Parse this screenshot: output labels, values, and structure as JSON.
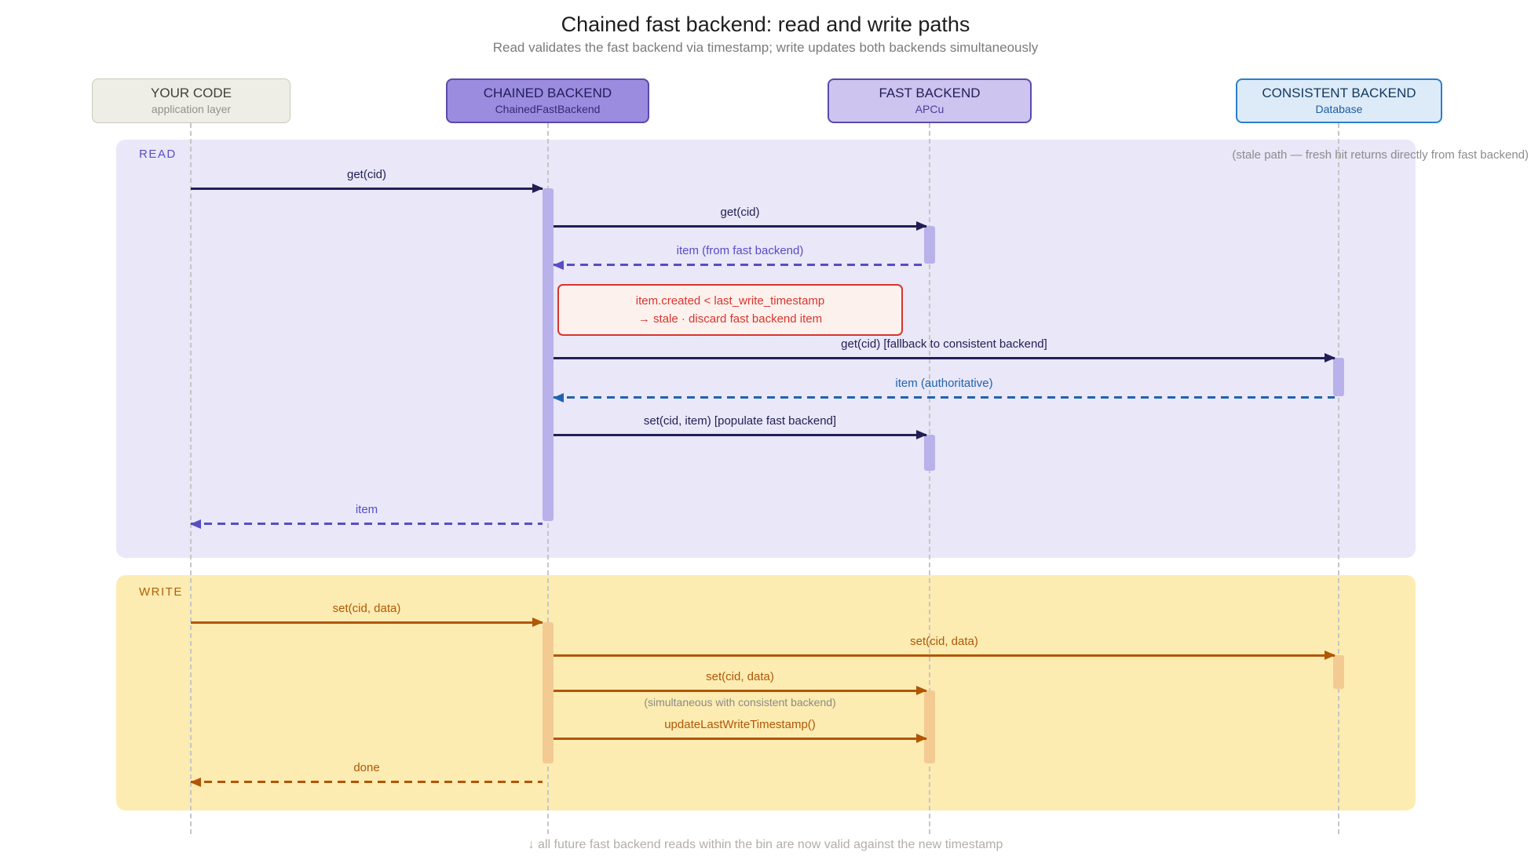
{
  "title": "Chained fast backend: read and write paths",
  "subtitle": "Read validates the fast backend via timestamp; write updates both backends simultaneously",
  "actors": [
    {
      "name": "YOUR CODE",
      "subtitle": "application layer"
    },
    {
      "name": "CHAINED BACKEND",
      "subtitle": "ChainedFastBackend"
    },
    {
      "name": "FAST BACKEND",
      "subtitle": "APCu"
    },
    {
      "name": "CONSISTENT BACKEND",
      "subtitle": "Database"
    }
  ],
  "sections": {
    "read": {
      "label": "READ",
      "annotation": "(stale path — fresh hit returns directly from fast backend)"
    },
    "write": {
      "label": "WRITE"
    }
  },
  "messages": {
    "read": [
      {
        "label": "get(cid)",
        "from": "YOUR CODE",
        "to": "CHAINED BACKEND",
        "style": "solid"
      },
      {
        "label": "get(cid)",
        "from": "CHAINED BACKEND",
        "to": "FAST BACKEND",
        "style": "solid"
      },
      {
        "label": "item (from fast backend)",
        "from": "FAST BACKEND",
        "to": "CHAINED BACKEND",
        "style": "dashed"
      },
      {
        "label": "get(cid) [fallback to consistent backend]",
        "from": "CHAINED BACKEND",
        "to": "CONSISTENT BACKEND",
        "style": "solid"
      },
      {
        "label": "item (authoritative)",
        "from": "CONSISTENT BACKEND",
        "to": "CHAINED BACKEND",
        "style": "dashed"
      },
      {
        "label": "set(cid, item) [populate fast backend]",
        "from": "CHAINED BACKEND",
        "to": "FAST BACKEND",
        "style": "solid"
      },
      {
        "label": "item",
        "from": "CHAINED BACKEND",
        "to": "YOUR CODE",
        "style": "dashed"
      }
    ],
    "write": [
      {
        "label": "set(cid, data)",
        "from": "YOUR CODE",
        "to": "CHAINED BACKEND",
        "style": "solid"
      },
      {
        "label": "set(cid, data)",
        "from": "CHAINED BACKEND",
        "to": "CONSISTENT BACKEND",
        "style": "solid"
      },
      {
        "label": "set(cid, data)",
        "note": "(simultaneous with consistent backend)",
        "from": "CHAINED BACKEND",
        "to": "FAST BACKEND",
        "style": "solid"
      },
      {
        "label": "updateLastWriteTimestamp()",
        "from": "CHAINED BACKEND",
        "to": "FAST BACKEND",
        "style": "solid"
      },
      {
        "label": "done",
        "from": "CHAINED BACKEND",
        "to": "YOUR CODE",
        "style": "dashed"
      }
    ]
  },
  "validation_note": {
    "line1": "item.created < last_write_timestamp",
    "line2": "→ stale · discard fast backend item"
  },
  "footer": "↓ all future fast backend reads within the bin are now valid against the new timestamp",
  "colors": {
    "read_section_bg": "#e9e7f8",
    "write_section_bg": "#fdecb2",
    "navy_arrow": "#221e55",
    "purple_arrow": "#574dc4",
    "blue_arrow": "#2063b1",
    "orange_arrow": "#b05606",
    "note_red": "#d8352c",
    "note_bg": "#fdf1ee",
    "chained_actor_bg": "#9b8ce0",
    "fast_actor_bg": "#cdc4ef",
    "consistent_actor_bg": "#ddebf8",
    "your_code_actor_bg": "#eeeee6"
  }
}
